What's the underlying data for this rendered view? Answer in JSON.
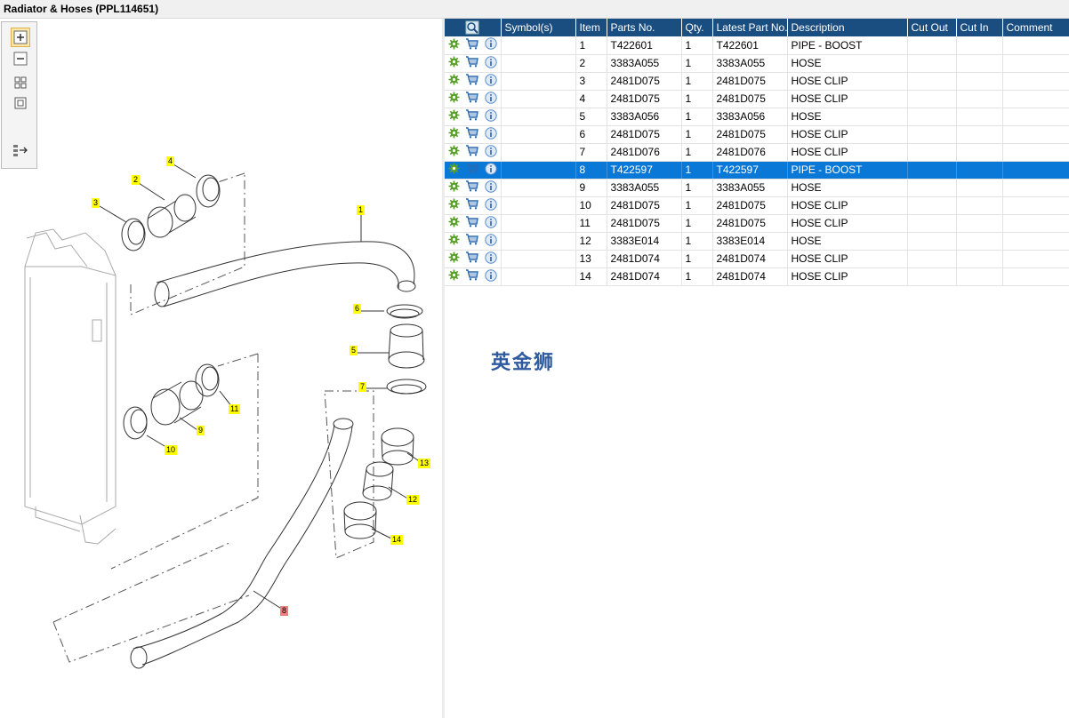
{
  "window": {
    "title": "Radiator & Hoses (PPL114651)"
  },
  "toolbar": {
    "buttons": [
      {
        "name": "zoom-in",
        "icon": "zoom-in-icon"
      },
      {
        "name": "zoom-out",
        "icon": "zoom-out-icon"
      },
      {
        "name": "fit-all",
        "icon": "fit-all-icon"
      },
      {
        "name": "fit-selection",
        "icon": "fit-window-icon"
      },
      {
        "name": "list-toggle",
        "icon": "list-arrow-icon"
      }
    ]
  },
  "diagram": {
    "callouts": [
      "1",
      "2",
      "3",
      "4",
      "5",
      "6",
      "7",
      "8",
      "9",
      "10",
      "11",
      "12",
      "13",
      "14"
    ],
    "highlighted_callout": "8",
    "highlight_color": "#f08080",
    "callout_color": "#ffff00"
  },
  "grid": {
    "columns": [
      "",
      "Symbol(s)",
      "Item",
      "Parts No.",
      "Qty.",
      "Latest Part No.",
      "Description",
      "Cut Out",
      "Cut In",
      "Comment"
    ],
    "rows": [
      {
        "item": "1",
        "part": "T422601",
        "qty": "1",
        "latest": "T422601",
        "desc": "PIPE - BOOST"
      },
      {
        "item": "2",
        "part": "3383A055",
        "qty": "1",
        "latest": "3383A055",
        "desc": "HOSE"
      },
      {
        "item": "3",
        "part": "2481D075",
        "qty": "1",
        "latest": "2481D075",
        "desc": "HOSE CLIP"
      },
      {
        "item": "4",
        "part": "2481D075",
        "qty": "1",
        "latest": "2481D075",
        "desc": "HOSE CLIP"
      },
      {
        "item": "5",
        "part": "3383A056",
        "qty": "1",
        "latest": "3383A056",
        "desc": "HOSE"
      },
      {
        "item": "6",
        "part": "2481D075",
        "qty": "1",
        "latest": "2481D075",
        "desc": "HOSE CLIP"
      },
      {
        "item": "7",
        "part": "2481D076",
        "qty": "1",
        "latest": "2481D076",
        "desc": "HOSE CLIP"
      },
      {
        "item": "8",
        "part": "T422597",
        "qty": "1",
        "latest": "T422597",
        "desc": "PIPE - BOOST",
        "selected": true
      },
      {
        "item": "9",
        "part": "3383A055",
        "qty": "1",
        "latest": "3383A055",
        "desc": "HOSE"
      },
      {
        "item": "10",
        "part": "2481D075",
        "qty": "1",
        "latest": "2481D075",
        "desc": "HOSE CLIP"
      },
      {
        "item": "11",
        "part": "2481D075",
        "qty": "1",
        "latest": "2481D075",
        "desc": "HOSE CLIP"
      },
      {
        "item": "12",
        "part": "3383E014",
        "qty": "1",
        "latest": "3383E014",
        "desc": "HOSE"
      },
      {
        "item": "13",
        "part": "2481D074",
        "qty": "1",
        "latest": "2481D074",
        "desc": "HOSE CLIP"
      },
      {
        "item": "14",
        "part": "2481D074",
        "qty": "1",
        "latest": "2481D074",
        "desc": "HOSE CLIP"
      }
    ],
    "header_color": "#1a4d80",
    "selected_color": "#0a78d7",
    "row_icons": [
      "gear-icon",
      "cart-icon",
      "info-icon"
    ]
  },
  "watermark": {
    "text": "英金狮"
  }
}
